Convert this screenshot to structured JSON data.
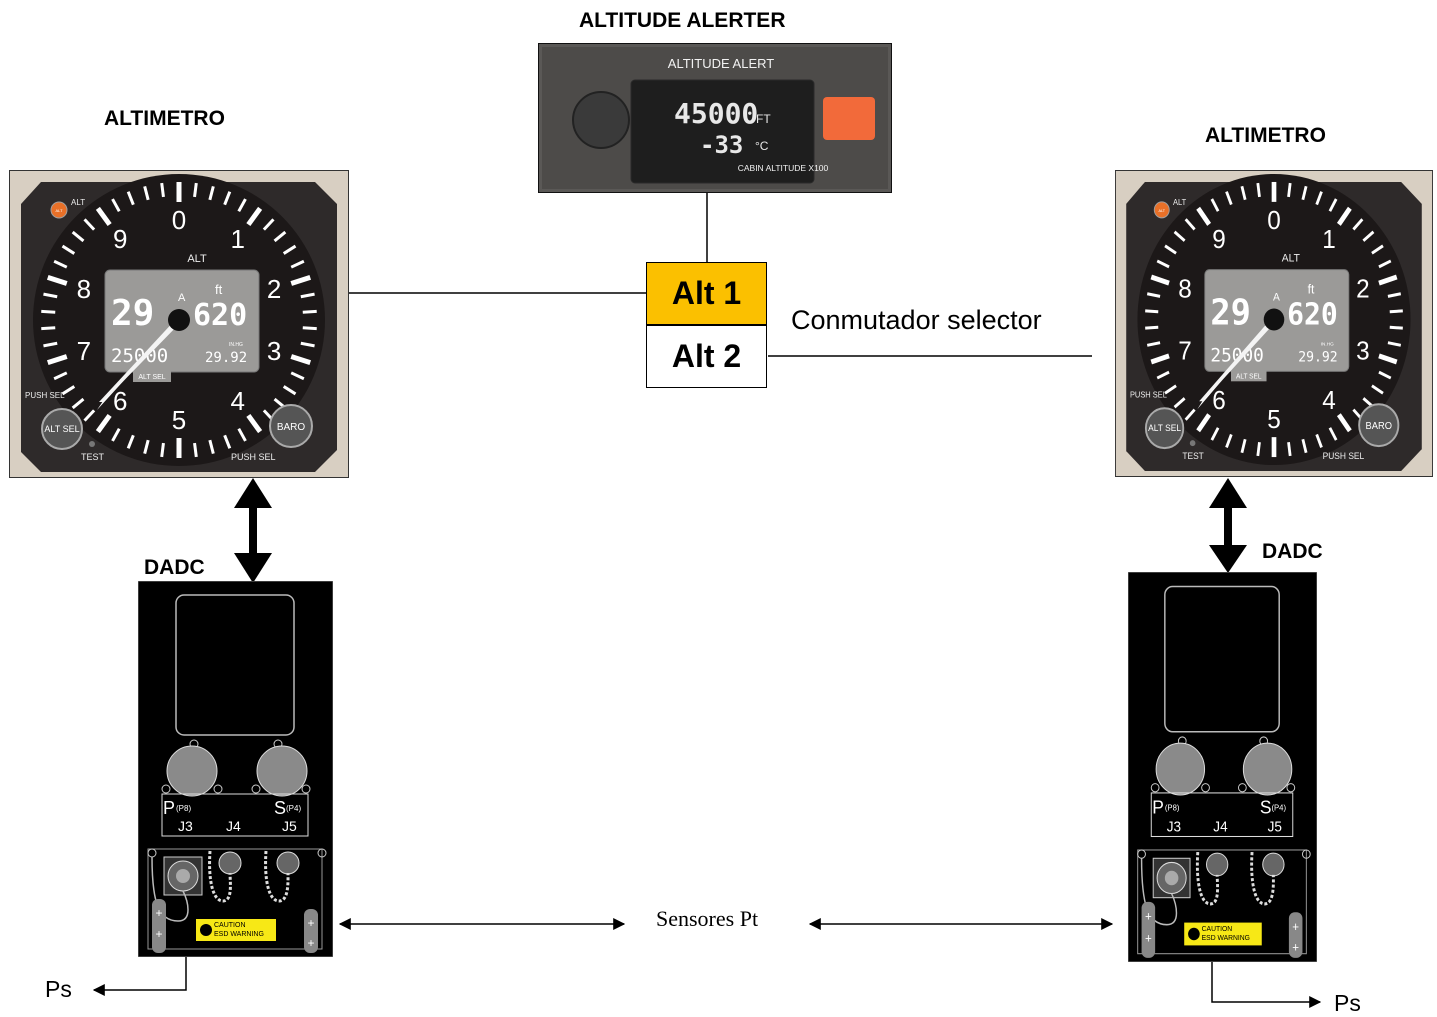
{
  "labels": {
    "alerter_title": "ALTITUDE ALERTER",
    "altimeter_left_title": "ALTIMETRO",
    "altimeter_right_title": "ALTIMETRO",
    "dadc_left_title": "DADC",
    "dadc_right_title": "DADC",
    "selector_caption": "Conmutador selector",
    "sensors_caption": "Sensores Pt",
    "ps_left": "Ps",
    "ps_right": "Ps"
  },
  "selector_switch": {
    "alt1": "Alt 1",
    "alt2": "Alt 2",
    "alt1_color": "#fbc000"
  },
  "alerter": {
    "heading": "ALTITUDE ALERT",
    "altitude": "45000",
    "altitude_unit": "FT",
    "temperature": "-33",
    "temperature_unit": "°C",
    "footer": "CABIN ALTITUDE X100",
    "button_color": "#f26a3a"
  },
  "altimeter": {
    "dial_numbers": [
      "0",
      "1",
      "2",
      "3",
      "4",
      "5",
      "6",
      "7",
      "8",
      "9"
    ],
    "alt_label": "ALT",
    "lamp_label": "ALT",
    "lamp_text": "ALT",
    "big_hundreds": "29",
    "a_mark": "A",
    "ft_unit": "ft",
    "big_tail": "620",
    "selected_alt": "25000",
    "baro_setting": "29.92",
    "baro_unit": "IN.HG",
    "alt_sel_tag": "ALT SEL",
    "push_sel_left": "PUSH SEL",
    "alt_sel_knob": "ALT SEL",
    "test_label": "TEST",
    "baro_knob": "BARO",
    "push_sel_right": "PUSH SEL"
  },
  "dadc": {
    "port_p": "P",
    "port_p_sub": "(P8)",
    "port_s": "S",
    "port_s_sub": "(P4)",
    "j3": "J3",
    "j4": "J4",
    "j5": "J5",
    "caution": "CAUTION",
    "esd": "ESD WARNING",
    "caution_color": "#f7e816"
  }
}
